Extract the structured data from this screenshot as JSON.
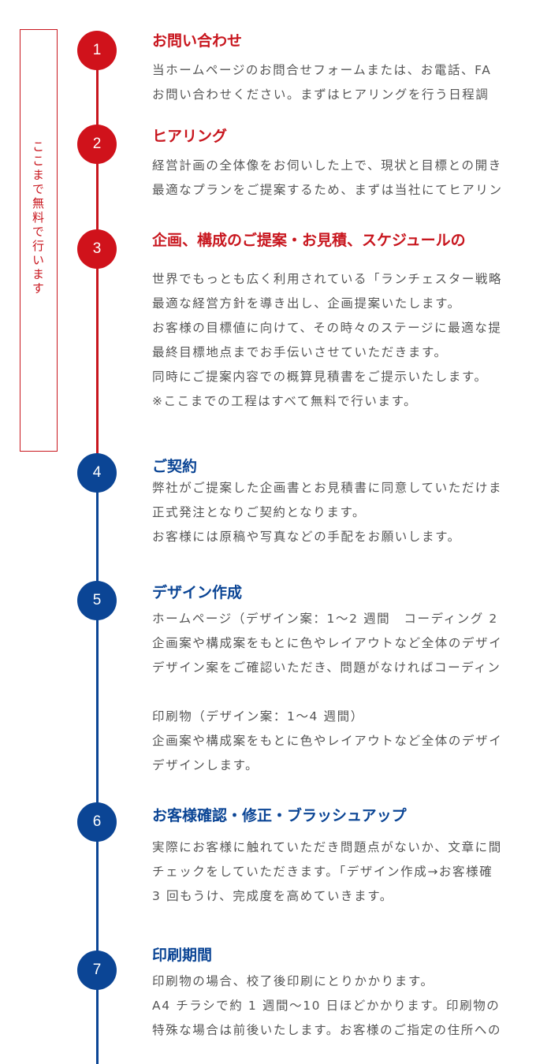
{
  "free_label": "ここまで無料で行います",
  "steps": [
    {
      "number": "1",
      "title": "お問い合わせ",
      "lines": [
        "当ホームページのお問合せフォームまたは、お電話、FA",
        "お問い合わせください。まずはヒアリングを行う日程調"
      ]
    },
    {
      "number": "2",
      "title": "ヒアリング",
      "lines": [
        "経営計画の全体像をお伺いした上で、現状と目標との開き",
        "最適なプランをご提案するため、まずは当社にてヒアリン"
      ]
    },
    {
      "number": "3",
      "title": "企画、構成のご提案・お見積、スケジュールの",
      "lines": [
        "世界でもっとも広く利用されている「ランチェスター戦略",
        "最適な経営方針を導き出し、企画提案いたします。",
        "お客様の目標値に向けて、その時々のステージに最適な提",
        "最終目標地点までお手伝いさせていただきます。",
        "同時にご提案内容での概算見積書をご提示いたします。",
        "※ここまでの工程はすべて無料で行います。"
      ]
    },
    {
      "number": "4",
      "title": "ご契約",
      "lines": [
        "弊社がご提案した企画書とお見積書に同意していただけま",
        "正式発注となりご契約となります。",
        "お客様には原稿や写真などの手配をお願いします。"
      ]
    },
    {
      "number": "5",
      "title": "デザイン作成",
      "lines": [
        "ホームページ（デザイン案：1〜2 週間　コーディング 2",
        "企画案や構成案をもとに色やレイアウトなど全体のデザイ",
        "デザイン案をご確認いただき、問題がなければコーディン",
        "",
        "印刷物（デザイン案：1〜4 週間）",
        "企画案や構成案をもとに色やレイアウトなど全体のデザイ",
        "デザインします。"
      ]
    },
    {
      "number": "6",
      "title": "お客様確認・修正・ブラッシュアップ",
      "lines": [
        "実際にお客様に触れていただき問題点がないか、文章に間",
        "チェックをしていただきます。「デザイン作成→お客様確",
        "3 回もうけ、完成度を高めていきます。"
      ]
    },
    {
      "number": "7",
      "title": "印刷期間",
      "lines": [
        "印刷物の場合、校了後印刷にとりかかります。",
        "A4 チラシで約 1 週間〜10 日ほどかかります。印刷物の",
        "特殊な場合は前後いたします。お客様のご指定の住所への"
      ]
    }
  ]
}
